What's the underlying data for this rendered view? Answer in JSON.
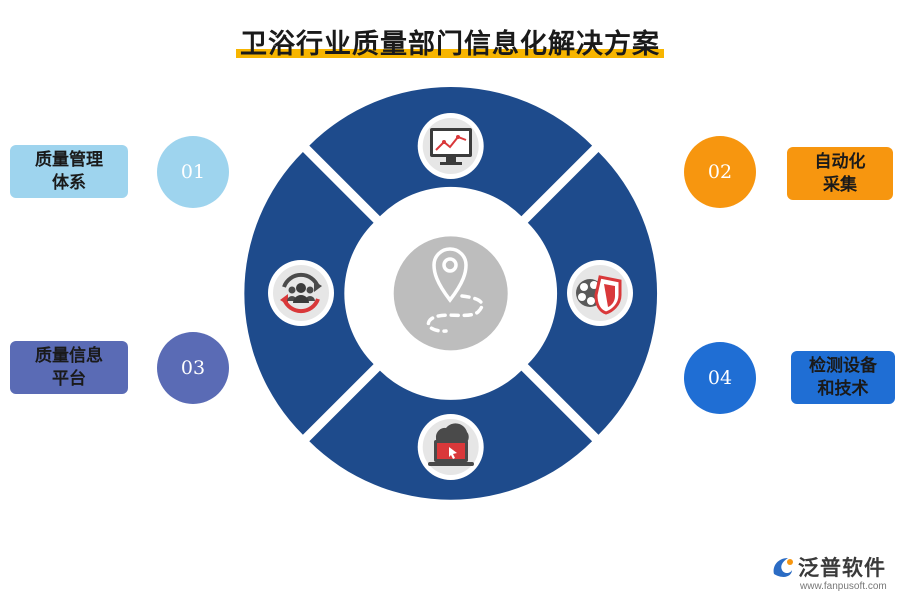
{
  "title": "卫浴行业质量部门信息化解决方案",
  "items": [
    {
      "number": "01",
      "label_line1": "质量管理",
      "label_line2": "体系",
      "color": "#9ed4ee",
      "label_bg": "#9ed4ee",
      "label_color": "#1a1a1a"
    },
    {
      "number": "02",
      "label_line1": "自动化",
      "label_line2": "采集",
      "color": "#f7960f",
      "label_bg": "#f7960f",
      "label_color": "#1a1a1a"
    },
    {
      "number": "03",
      "label_line1": "质量信息",
      "label_line2": "平台",
      "color": "#5a6bb5",
      "label_bg": "#5a6bb5",
      "label_color": "#1a1a1a"
    },
    {
      "number": "04",
      "label_line1": "检测设备",
      "label_line2": "和技术",
      "color": "#1f6ed4",
      "label_bg": "#1f6ed4",
      "label_color": "#1a1a1a"
    }
  ],
  "ring": {
    "segment_color": "#1e4b8c",
    "icons": [
      "line-chart-monitor-icon",
      "security-shield-icon",
      "cloud-laptop-icon",
      "team-refresh-icon"
    ],
    "center_icon": "location-route-icon"
  },
  "logo": {
    "brand": "泛普软件",
    "url": "www.fanpusoft.com"
  }
}
